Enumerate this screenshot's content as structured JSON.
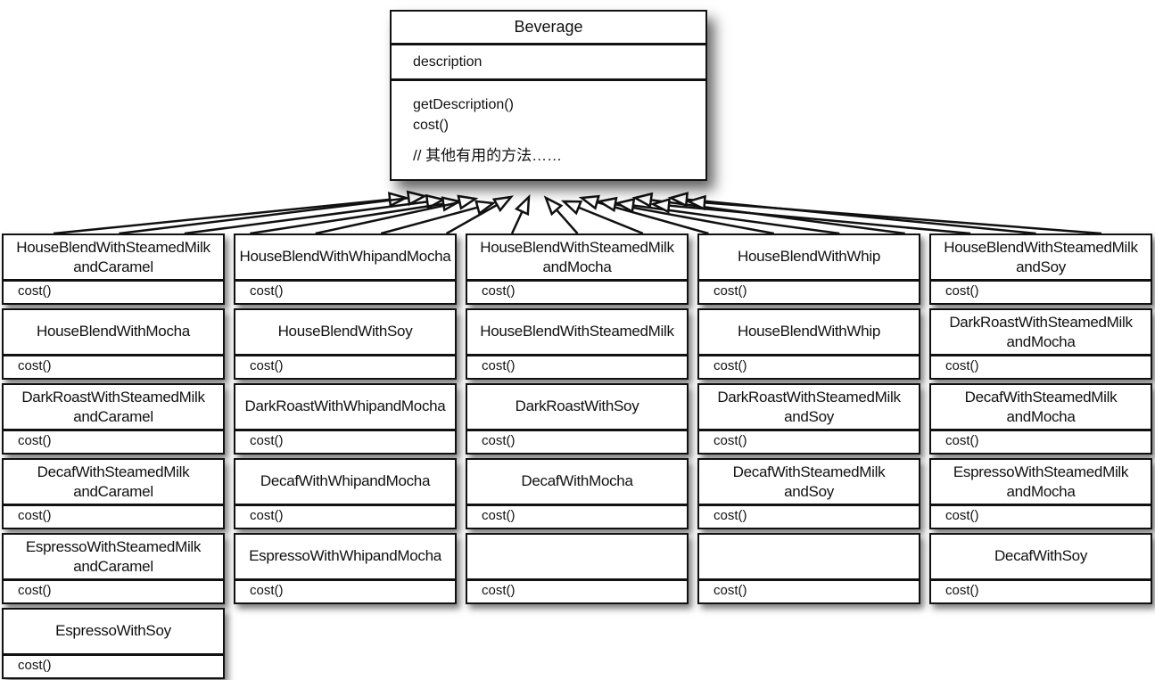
{
  "beverage": {
    "title": "Beverage",
    "attribute": "description",
    "methods": [
      "getDescription()",
      "cost()"
    ],
    "comment": "// 其他有用的方法……"
  },
  "method": "cost()",
  "subclasses": {
    "b1": {
      "lines": [
        "HouseBlendWithSteamedMilk",
        "andCaramel"
      ]
    },
    "b2": {
      "lines": [
        "HouseBlendWithWhipandMocha"
      ]
    },
    "b3": {
      "lines": [
        "HouseBlendWithSteamedMilk",
        "andMocha"
      ]
    },
    "b4": {
      "lines": [
        "HouseBlendWithWhip"
      ]
    },
    "b5": {
      "lines": [
        "HouseBlendWithSteamedMilk",
        "andSoy"
      ]
    },
    "b6": {
      "lines": [
        "HouseBlendWithMocha"
      ]
    },
    "b7": {
      "lines": [
        "HouseBlendWithSoy"
      ]
    },
    "b8": {
      "lines": [
        "HouseBlendWithSteamedMilk"
      ]
    },
    "b9": {
      "lines": [
        "HouseBlendWithWhip"
      ]
    },
    "b10": {
      "lines": [
        "DarkRoastWithSteamedMilk",
        "andMocha"
      ]
    },
    "b11": {
      "lines": [
        "DarkRoastWithSteamedMilk",
        "andCaramel"
      ]
    },
    "b12": {
      "lines": [
        "DarkRoastWithWhipandMocha"
      ]
    },
    "b13": {
      "lines": [
        "DarkRoastWithSoy"
      ]
    },
    "b14": {
      "lines": [
        "DarkRoastWithSteamedMilk",
        "andSoy"
      ]
    },
    "b15": {
      "lines": [
        "DecafWithSteamedMilk",
        "andMocha"
      ]
    },
    "b16": {
      "lines": [
        "DecafWithSteamedMilk",
        "andCaramel"
      ]
    },
    "b17": {
      "lines": [
        "DecafWithWhipandMocha"
      ]
    },
    "b18": {
      "lines": [
        "DecafWithMocha"
      ]
    },
    "b19": {
      "lines": [
        "DecafWithSteamedMilk",
        "andSoy"
      ]
    },
    "b20": {
      "lines": [
        "EspressoWithSteamedMilk",
        "andMocha"
      ]
    },
    "b21": {
      "lines": [
        "EspressoWithSteamedMilk",
        "andCaramel"
      ]
    },
    "b22": {
      "lines": [
        "EspressoWithWhipandMocha"
      ]
    },
    "b23": {
      "lines": [
        ""
      ]
    },
    "b24": {
      "lines": [
        ""
      ]
    },
    "b25": {
      "lines": [
        "DecafWithSoy"
      ]
    },
    "b26": {
      "lines": [
        "EspressoWithSoy"
      ]
    }
  }
}
